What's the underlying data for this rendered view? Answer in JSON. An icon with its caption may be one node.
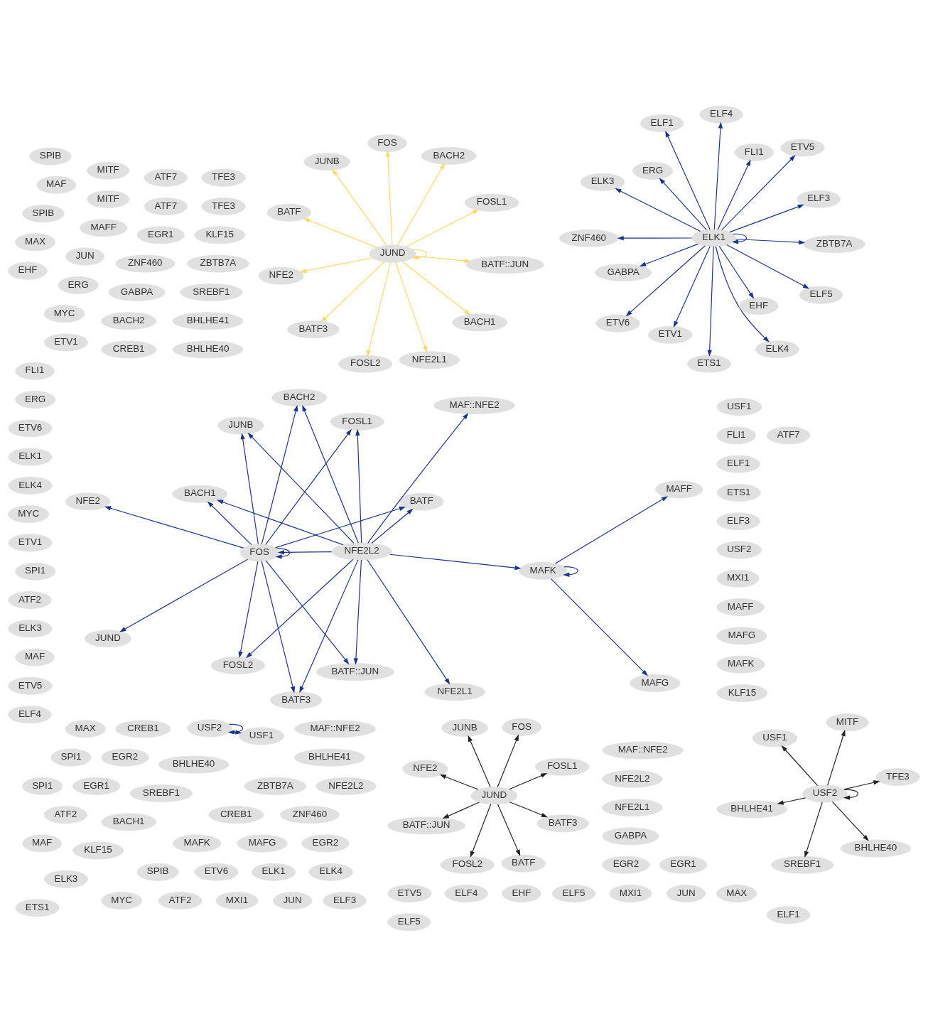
{
  "diagram": {
    "nodes": [
      {
        "text": [
          "NFE2"
        ]
      },
      {
        "text": [
          "ZNF460"
        ]
      },
      {
        "text": [
          "BHLHE41"
        ]
      },
      {
        "text": [
          "EGR2"
        ]
      },
      {
        "text": [
          "MXI1"
        ]
      },
      {
        "text": [
          "BHLHE40"
        ]
      },
      {
        "text": [
          "FOSL1"
        ]
      },
      {
        "text": [
          "FOSL2"
        ]
      },
      {
        "text": [
          "JUNB"
        ]
      },
      {
        "text": [
          "BACH2"
        ]
      },
      {
        "text": [
          "USF2"
        ]
      },
      {
        "text": [
          "KLF15"
        ]
      },
      {
        "text": [
          "FOS"
        ]
      },
      {
        "text": [
          "JUND"
        ]
      },
      {
        "text": [
          "JUN"
        ]
      },
      {
        "text": [
          "ELF3"
        ]
      },
      {
        "text": [
          "ETS1"
        ]
      },
      {
        "text": [
          "MAX"
        ]
      },
      {
        "text": [
          "EGR1"
        ]
      },
      {
        "text": [
          "BATF::JUN"
        ]
      },
      {
        "text": [
          "ELF1"
        ]
      },
      {
        "text": [
          "FLI1"
        ]
      },
      {
        "text": [
          "USF1"
        ]
      },
      {
        "text": [
          "TFE3"
        ]
      },
      {
        "text": [
          "ATF7"
        ]
      },
      {
        "text": [
          "NFE2L2"
        ]
      },
      {
        "text": [
          "BATF3"
        ]
      },
      {
        "text": [
          "CREB1"
        ]
      },
      {
        "text": [
          "ERG"
        ]
      },
      {
        "text": [
          "MITF"
        ]
      },
      {
        "text": [
          "SPIB"
        ]
      },
      {
        "text": [
          "ETV6"
        ]
      },
      {
        "text": [
          "NFE2L1"
        ]
      },
      {
        "text": [
          "BACH1"
        ]
      },
      {
        "text": [
          "BATF"
        ]
      },
      {
        "text": [
          "ELK1"
        ]
      },
      {
        "text": [
          "GABPA"
        ]
      },
      {
        "text": [
          "ELK4"
        ]
      },
      {
        "text": [
          "MYC"
        ]
      },
      {
        "text": [
          "ETV1"
        ]
      },
      {
        "text": [
          "SREBF1"
        ]
      },
      {
        "text": [
          "SPI1"
        ]
      },
      {
        "text": [
          "ATF2"
        ]
      },
      {
        "text": [
          "ELK3"
        ]
      },
      {
        "text": [
          "MAF"
        ]
      },
      {
        "text": [
          "MAFK"
        ]
      },
      {
        "text": [
          "MAF::NFE2"
        ]
      },
      {
        "text": [
          "ZBTB7A"
        ]
      },
      {
        "text": [
          "ETV5"
        ]
      },
      {
        "text": [
          "ELF4"
        ]
      },
      {
        "text": [
          "EHF"
        ]
      },
      {
        "text": [
          "MAFG"
        ]
      },
      {
        "text": [
          "MAFF"
        ]
      },
      {
        "text": [
          "ELF5"
        ]
      },
      {
        "text": [
          "NFE2"
        ]
      },
      {
        "text": [
          "ZNF460"
        ]
      },
      {
        "text": [
          "BHLHE41"
        ]
      },
      {
        "text": [
          "EGR2"
        ]
      },
      {
        "text": [
          "MXI1"
        ]
      },
      {
        "text": [
          "BHLHE40"
        ]
      },
      {
        "text": [
          "FOSL1"
        ]
      },
      {
        "text": [
          "FOSL2"
        ]
      },
      {
        "text": [
          "JUNB"
        ]
      },
      {
        "text": [
          "BACH2"
        ]
      },
      {
        "text": [
          "USF2"
        ]
      },
      {
        "text": [
          "KLF15"
        ]
      },
      {
        "text": [
          "FOS"
        ]
      },
      {
        "text": [
          "JUND"
        ]
      },
      {
        "text": [
          "JUN"
        ]
      },
      {
        "text": [
          "ELF3"
        ]
      },
      {
        "text": [
          "ETS1"
        ]
      },
      {
        "text": [
          "MAX"
        ]
      },
      {
        "text": [
          "EGR1"
        ]
      },
      {
        "text": [
          "BATF::JUN"
        ]
      },
      {
        "text": [
          "ELF1"
        ]
      },
      {
        "text": [
          "FLI1"
        ]
      },
      {
        "text": [
          "USF1"
        ]
      },
      {
        "text": [
          "TFE3"
        ]
      },
      {
        "text": [
          "ATF7"
        ]
      },
      {
        "text": [
          "NFE2L2"
        ]
      },
      {
        "text": [
          "BATF3"
        ]
      },
      {
        "text": [
          "CREB1"
        ]
      },
      {
        "text": [
          "ERG"
        ]
      },
      {
        "text": [
          "MITF"
        ]
      },
      {
        "text": [
          "SPIB"
        ]
      },
      {
        "text": [
          "ETV6"
        ]
      },
      {
        "text": [
          "NFE2L1"
        ]
      },
      {
        "text": [
          "BACH1"
        ]
      },
      {
        "text": [
          "BATF"
        ]
      },
      {
        "text": [
          "ELK1"
        ]
      },
      {
        "text": [
          "GABPA"
        ]
      },
      {
        "text": [
          "ELK4"
        ]
      },
      {
        "text": [
          "MYC"
        ]
      },
      {
        "text": [
          "ETV1"
        ]
      },
      {
        "text": [
          "SREBF1"
        ]
      },
      {
        "text": [
          "SPI1"
        ]
      },
      {
        "text": [
          "ATF2"
        ]
      },
      {
        "text": [
          "ELK3"
        ]
      },
      {
        "text": [
          "MAF"
        ]
      },
      {
        "text": [
          "MAFK"
        ]
      },
      {
        "text": [
          "MAF::NFE2"
        ]
      },
      {
        "text": [
          "ZBTB7A"
        ]
      },
      {
        "text": [
          "ETV5"
        ]
      },
      {
        "text": [
          "ELF4"
        ]
      },
      {
        "text": [
          "EHF"
        ]
      },
      {
        "text": [
          "MAFG"
        ]
      },
      {
        "text": [
          "MAFF"
        ]
      },
      {
        "text": [
          "ELF5"
        ]
      },
      {
        "text": [
          "NFE2"
        ]
      },
      {
        "text": [
          "ZNF460"
        ]
      },
      {
        "text": [
          "BHLHE41"
        ]
      },
      {
        "text": [
          "EGR2"
        ]
      },
      {
        "text": [
          "MXI1"
        ]
      },
      {
        "text": [
          "BHLHE40"
        ]
      },
      {
        "text": [
          "FOSL1"
        ]
      },
      {
        "text": [
          "FOSL2"
        ]
      },
      {
        "text": [
          "JUNB"
        ]
      },
      {
        "text": [
          "BACH2"
        ]
      },
      {
        "text": [
          "USF2"
        ]
      },
      {
        "text": [
          "KLF15"
        ]
      },
      {
        "text": [
          "FOS"
        ]
      },
      {
        "text": [
          "JUND"
        ]
      },
      {
        "text": [
          "JUN"
        ]
      },
      {
        "text": [
          "ELF3"
        ]
      },
      {
        "text": [
          "ETS1"
        ]
      },
      {
        "text": [
          "MAX"
        ]
      },
      {
        "text": [
          "EGR1"
        ]
      },
      {
        "text": [
          "BATF::JUN"
        ]
      },
      {
        "text": [
          "ELF1"
        ]
      },
      {
        "text": [
          "FLI1"
        ]
      },
      {
        "text": [
          "USF1"
        ]
      },
      {
        "text": [
          "TFE3"
        ]
      },
      {
        "text": [
          "ATF7"
        ]
      },
      {
        "text": [
          "NFE2L2"
        ]
      },
      {
        "text": [
          "BATF3"
        ]
      },
      {
        "text": [
          "CREB1"
        ]
      },
      {
        "text": [
          "ERG"
        ]
      },
      {
        "text": [
          "MITF"
        ]
      },
      {
        "text": [
          "SPIB"
        ]
      },
      {
        "text": [
          "ETV6"
        ]
      },
      {
        "text": [
          "NFE2L1"
        ]
      },
      {
        "text": [
          "BACH1"
        ]
      },
      {
        "text": [
          "BATF"
        ]
      },
      {
        "text": [
          "ELK1"
        ]
      },
      {
        "text": [
          "GABPA"
        ]
      },
      {
        "text": [
          "ELK4"
        ]
      },
      {
        "text": [
          "MYC"
        ]
      },
      {
        "text": [
          "ETV1"
        ]
      },
      {
        "text": [
          "SREBF1"
        ]
      },
      {
        "text": [
          "SPI1"
        ]
      },
      {
        "text": [
          "ATF2"
        ]
      },
      {
        "text": [
          "ELK3"
        ]
      },
      {
        "text": [
          "MAF"
        ]
      },
      {
        "text": [
          "MAFK"
        ]
      },
      {
        "text": [
          "MAF::NFE2"
        ]
      },
      {
        "text": [
          "ZBTB7A"
        ]
      },
      {
        "text": [
          "ETV5"
        ]
      },
      {
        "text": [
          "ELF4"
        ]
      },
      {
        "text": [
          "EHF"
        ]
      },
      {
        "text": [
          "MAFG"
        ]
      },
      {
        "text": [
          "MAFF"
        ]
      },
      {
        "text": [
          "ELF5"
        ]
      }
    ],
    "edges": [
      {
        "from": 13,
        "to": 0,
        "arrow": "to",
        "color": "#ffd966"
      },
      {
        "from": 13,
        "to": 6,
        "arrow": "to",
        "color": "#ffd966"
      },
      {
        "from": 13,
        "to": 7,
        "arrow": "to",
        "color": "#ffd966"
      },
      {
        "from": 13,
        "to": 8,
        "arrow": "to",
        "color": "#ffd966"
      },
      {
        "from": 13,
        "to": 9,
        "arrow": "to",
        "color": "#ffd966"
      },
      {
        "from": 13,
        "to": 13,
        "arrow": "to",
        "color": "#ffd966"
      },
      {
        "from": 13,
        "to": 12,
        "arrow": "to",
        "color": "#ffd966"
      },
      {
        "from": 13,
        "to": 19,
        "arrow": "to",
        "color": "#ffd966"
      },
      {
        "from": 13,
        "to": 26,
        "arrow": "to",
        "color": "#ffd966"
      },
      {
        "from": 13,
        "to": 32,
        "arrow": "to",
        "color": "#ffd966"
      },
      {
        "from": 13,
        "to": 33,
        "arrow": "to",
        "color": "#ffd966"
      },
      {
        "from": 13,
        "to": 34,
        "arrow": "to",
        "color": "#ffd966"
      },
      {
        "from": 66,
        "to": 54,
        "arrow": "to"
      },
      {
        "from": 66,
        "to": 60,
        "arrow": "to"
      },
      {
        "from": 66,
        "to": 61,
        "arrow": "to"
      },
      {
        "from": 66,
        "to": 62,
        "arrow": "to"
      },
      {
        "from": 66,
        "to": 63,
        "arrow": "to"
      },
      {
        "from": 66,
        "to": 66,
        "arrow": "to"
      },
      {
        "from": 66,
        "to": 67,
        "arrow": "to"
      },
      {
        "from": 66,
        "to": 73,
        "arrow": "to"
      },
      {
        "from": 66,
        "to": 80,
        "arrow": "to"
      },
      {
        "from": 66,
        "to": 87,
        "arrow": "to"
      },
      {
        "from": 66,
        "to": 88,
        "arrow": "to"
      },
      {
        "from": 79,
        "to": 60,
        "arrow": "to"
      },
      {
        "from": 79,
        "to": 61,
        "arrow": "to"
      },
      {
        "from": 79,
        "to": 62,
        "arrow": "to"
      },
      {
        "from": 79,
        "to": 63,
        "arrow": "to"
      },
      {
        "from": 79,
        "to": 66,
        "arrow": "to"
      },
      {
        "from": 79,
        "to": 73,
        "arrow": "to"
      },
      {
        "from": 79,
        "to": 80,
        "arrow": "to"
      },
      {
        "from": 79,
        "to": 86,
        "arrow": "to"
      },
      {
        "from": 79,
        "to": 87,
        "arrow": "to"
      },
      {
        "from": 79,
        "to": 88,
        "arrow": "to"
      },
      {
        "from": 79,
        "to": 99,
        "arrow": "to"
      },
      {
        "from": 79,
        "to": 100,
        "arrow": "to"
      },
      {
        "from": 99,
        "to": 99,
        "arrow": "to"
      },
      {
        "from": 99,
        "to": 105,
        "arrow": "to"
      },
      {
        "from": 99,
        "to": 106,
        "arrow": "to"
      },
      {
        "from": 89,
        "to": 55,
        "arrow": "to"
      },
      {
        "from": 89,
        "to": 69,
        "arrow": "to"
      },
      {
        "from": 89,
        "to": 70,
        "arrow": "to"
      },
      {
        "from": 89,
        "to": 74,
        "arrow": "to"
      },
      {
        "from": 89,
        "to": 75,
        "arrow": "to"
      },
      {
        "from": 89,
        "to": 82,
        "arrow": "to"
      },
      {
        "from": 89,
        "to": 89,
        "arrow": "to"
      },
      {
        "from": 89,
        "to": 85,
        "arrow": "to"
      },
      {
        "from": 89,
        "to": 93,
        "arrow": "to"
      },
      {
        "from": 89,
        "to": 90,
        "arrow": "to"
      },
      {
        "from": 89,
        "to": 91,
        "arrow": "to"
      },
      {
        "from": 89,
        "to": 97,
        "arrow": "to"
      },
      {
        "from": 89,
        "to": 101,
        "arrow": "to"
      },
      {
        "from": 89,
        "to": 102,
        "arrow": "to"
      },
      {
        "from": 89,
        "to": 103,
        "arrow": "to"
      },
      {
        "from": 89,
        "to": 104,
        "arrow": "to"
      },
      {
        "from": 89,
        "to": 107,
        "arrow": "to"
      },
      {
        "from": 64,
        "to": 64,
        "arrow": "to"
      },
      {
        "from": 64,
        "to": 76,
        "arrow": "to"
      },
      {
        "from": 121,
        "to": 108,
        "arrow": "to",
        "color": "#222222"
      },
      {
        "from": 121,
        "to": 114,
        "arrow": "to",
        "color": "#222222"
      },
      {
        "from": 121,
        "to": 115,
        "arrow": "to",
        "color": "#222222"
      },
      {
        "from": 121,
        "to": 116,
        "arrow": "to",
        "color": "#222222"
      },
      {
        "from": 121,
        "to": 120,
        "arrow": "to",
        "color": "#222222"
      },
      {
        "from": 121,
        "to": 127,
        "arrow": "to",
        "color": "#222222"
      },
      {
        "from": 121,
        "to": 134,
        "arrow": "to",
        "color": "#222222"
      },
      {
        "from": 121,
        "to": 142,
        "arrow": "to",
        "color": "#222222"
      },
      {
        "from": 118,
        "to": 118,
        "arrow": "to",
        "color": "#222222"
      },
      {
        "from": 118,
        "to": 113,
        "arrow": "to",
        "color": "#222222"
      },
      {
        "from": 118,
        "to": 110,
        "arrow": "to",
        "color": "#222222"
      },
      {
        "from": 118,
        "to": 130,
        "arrow": "to",
        "color": "#222222"
      },
      {
        "from": 118,
        "to": 131,
        "arrow": "to",
        "color": "#222222"
      },
      {
        "from": 118,
        "to": 137,
        "arrow": "to",
        "color": "#222222"
      },
      {
        "from": 118,
        "to": 148,
        "arrow": "to",
        "color": "#222222"
      }
    ]
  }
}
